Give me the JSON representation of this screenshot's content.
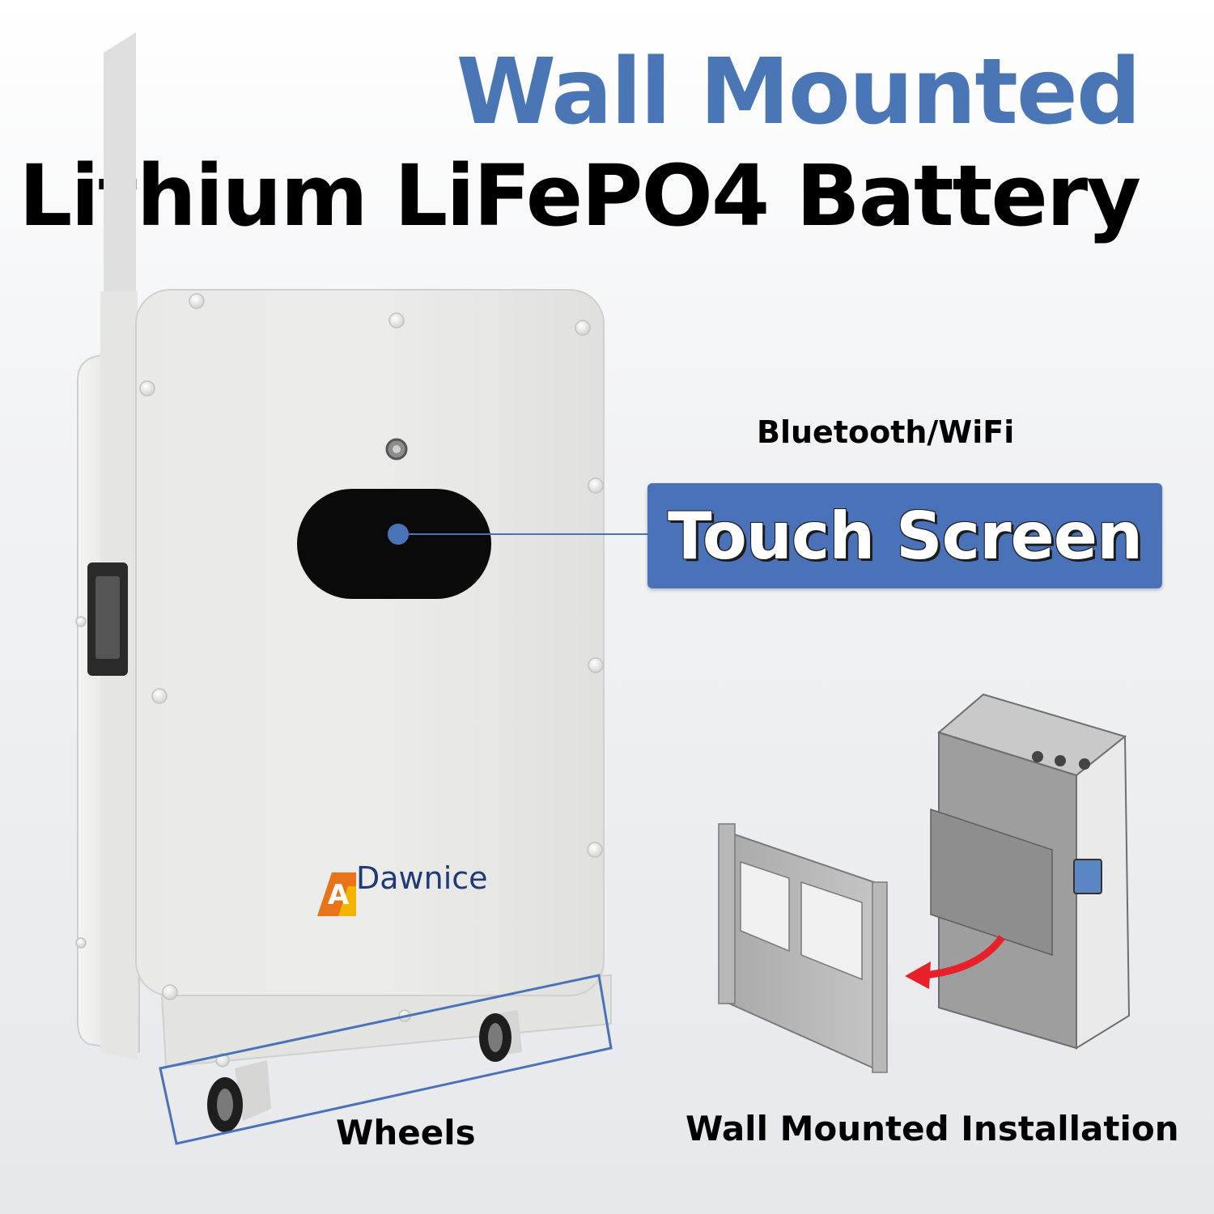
{
  "title": {
    "line1": "Wall Mounted",
    "line2": "Lithium LiFePO4 Battery"
  },
  "callouts": {
    "connectivity": "Bluetooth/WiFi",
    "touch_screen": "Touch Screen",
    "wheels": "Wheels",
    "installation": "Wall Mounted Installation"
  },
  "brand": {
    "name": "Dawnice",
    "logo_text": "A"
  },
  "colors": {
    "accent_blue": "#4a72b8",
    "title_blue": "#4a76b6",
    "logo_orange": "#e8731a",
    "arrow_red": "#e8202a"
  }
}
